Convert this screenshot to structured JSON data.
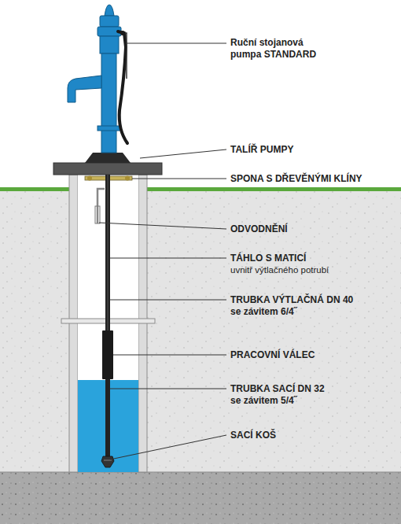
{
  "diagram": {
    "labels": [
      "Ruční stojanová pumpa STANDARD",
      "TALÍŘ PUMPY",
      "SPONA S DŘEVĚNÝMI KLÍNY",
      "ODVODNĚNÍ",
      "TÁHLO S MATICÍ",
      "uvnitř výtlačného potrubí",
      "TRUBKA VÝTLAČNÁ DN 40",
      "se závitem 6/4˝",
      "PRACOVNÍ VÁLEC",
      "TRUBKA SACÍ DN 32",
      "se závitem 5/4˝",
      "SACÍ KOŠ"
    ]
  }
}
